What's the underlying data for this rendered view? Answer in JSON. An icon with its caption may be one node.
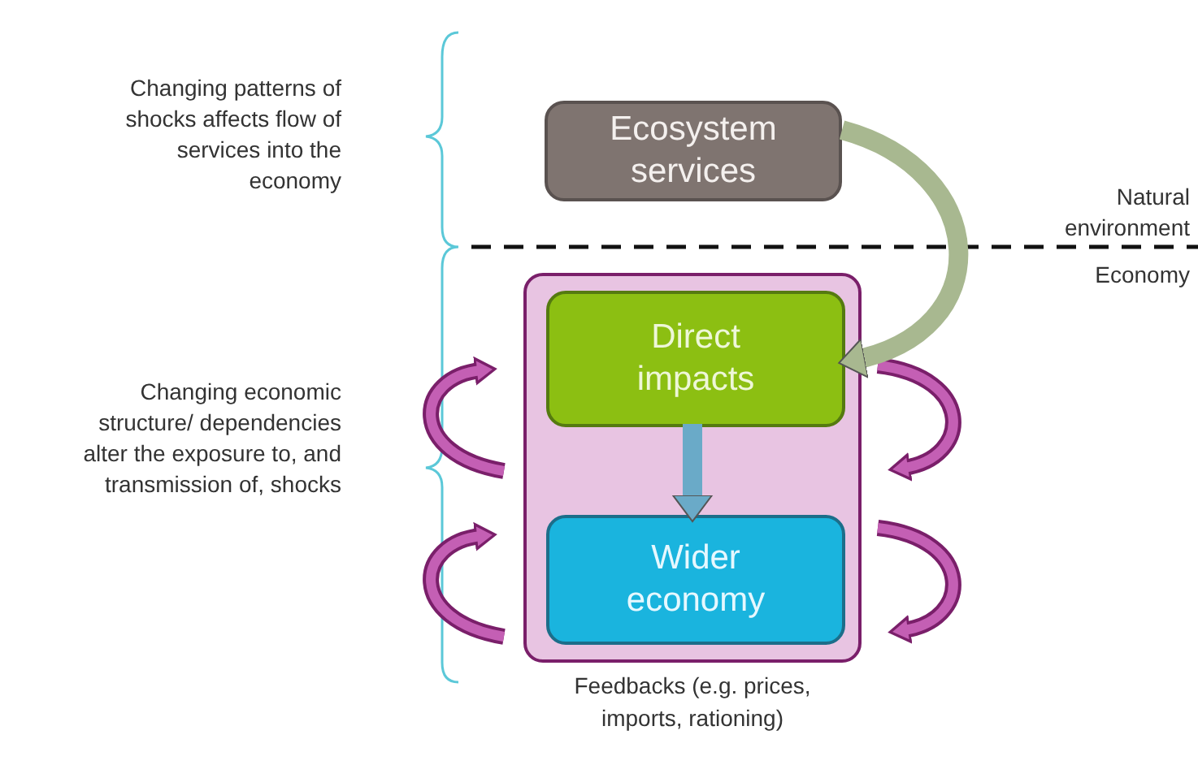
{
  "diagram": {
    "nodes": [
      {
        "text": [
          "Ecosystem services"
        ]
      },
      {
        "text": [],
        "shape": "box",
        "beside": [
          "Feedbacks (e.g. prices, imports, rationing)"
        ]
      },
      {
        "text": [
          "Direct impacts"
        ],
        "in": 1
      },
      {
        "text": [
          "Wider economy"
        ],
        "in": 1
      }
    ],
    "edges": [
      {
        "from": 0,
        "to": 2,
        "arrow": "to",
        "color": "#a8b890"
      },
      {
        "from": 2,
        "to": 3,
        "arrow": "to",
        "color": "#6aaac8"
      }
    ],
    "labels": [
      "Changing patterns of shocks affects flow of services into the economy",
      "Natural environment",
      "Economy",
      "Changing economic structure/ dependencies alter the exposure to, and transmission of, shocks"
    ]
  }
}
